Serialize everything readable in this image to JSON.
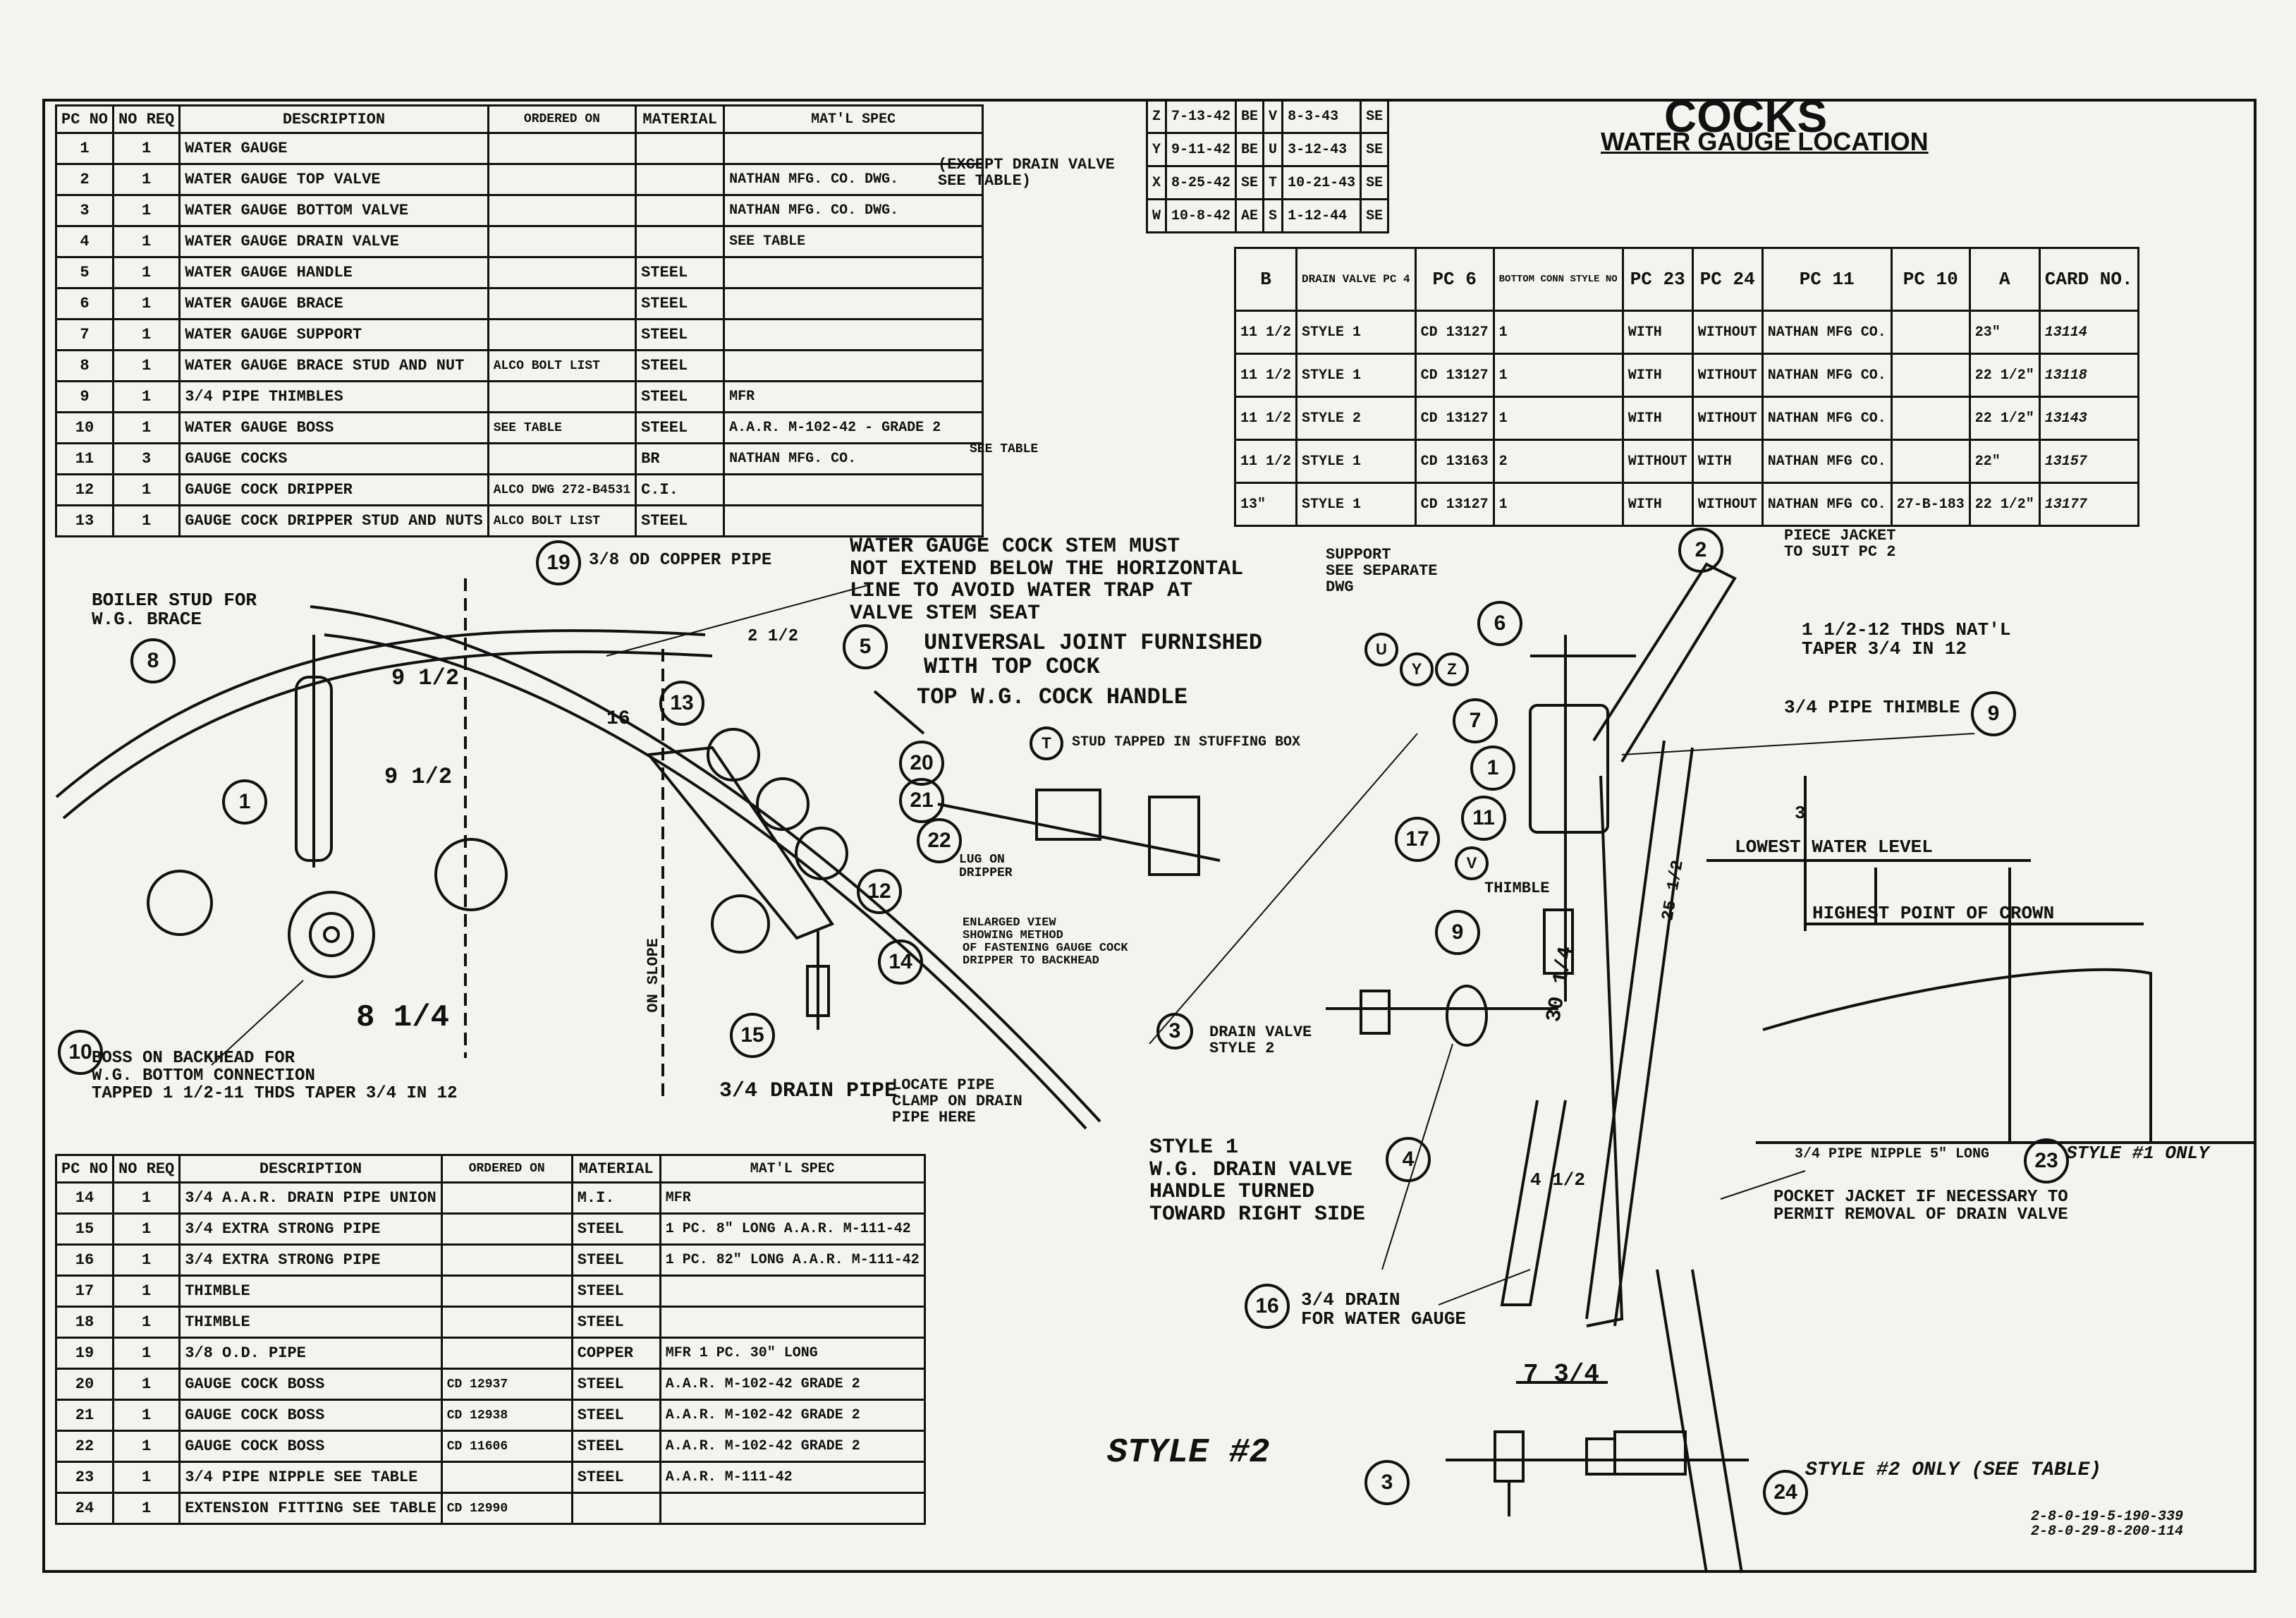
{
  "title_block": {
    "title": "COCKS",
    "subtitle": "WATER GAUGE LOCATION"
  },
  "revisions": [
    [
      "Z",
      "7-13-42",
      "BE",
      "V",
      "8-3-43",
      "SE"
    ],
    [
      "Y",
      "9-11-42",
      "BE",
      "U",
      "3-12-43",
      "SE"
    ],
    [
      "X",
      "8-25-42",
      "SE",
      "T",
      "10-21-43",
      "SE"
    ],
    [
      "W",
      "10-8-42",
      "AE",
      "S",
      "1-12-44",
      "SE"
    ]
  ],
  "upper_parts_table": {
    "headers": [
      "PC NO",
      "NO REQ",
      "DESCRIPTION",
      "ORDERED ON",
      "MATERIAL",
      "MAT'L SPEC"
    ],
    "rows": [
      [
        "1",
        "1",
        "WATER GAUGE",
        "",
        "",
        ""
      ],
      [
        "2",
        "1",
        "WATER GAUGE TOP VALVE",
        "",
        "",
        "NATHAN MFG. CO. DWG."
      ],
      [
        "3",
        "1",
        "WATER GAUGE BOTTOM VALVE",
        "",
        "",
        "NATHAN MFG. CO. DWG."
      ],
      [
        "4",
        "1",
        "WATER GAUGE DRAIN VALVE",
        "",
        "",
        "SEE TABLE"
      ],
      [
        "5",
        "1",
        "WATER GAUGE HANDLE",
        "",
        "STEEL",
        ""
      ],
      [
        "6",
        "1",
        "WATER GAUGE BRACE",
        "",
        "STEEL",
        ""
      ],
      [
        "7",
        "1",
        "WATER GAUGE SUPPORT",
        "",
        "STEEL",
        ""
      ],
      [
        "8",
        "1",
        "WATER GAUGE BRACE STUD AND NUT",
        "ALCO BOLT LIST",
        "STEEL",
        ""
      ],
      [
        "9",
        "1",
        "3/4 PIPE THIMBLES",
        "",
        "STEEL",
        "MFR"
      ],
      [
        "10",
        "1",
        "WATER GAUGE BOSS",
        "SEE TABLE",
        "STEEL",
        "A.A.R. M-102-42 - GRADE 2"
      ],
      [
        "11",
        "3",
        "GAUGE COCKS",
        "",
        "BR",
        "NATHAN MFG. CO."
      ],
      [
        "12",
        "1",
        "GAUGE COCK DRIPPER",
        "ALCO DWG 272-B4531",
        "C.I.",
        ""
      ],
      [
        "13",
        "1",
        "GAUGE COCK DRIPPER STUD AND NUTS",
        "ALCO BOLT LIST",
        "STEEL",
        ""
      ]
    ]
  },
  "lower_parts_table": {
    "headers": [
      "PC NO",
      "NO REQ",
      "DESCRIPTION",
      "ORDERED ON",
      "MATERIAL",
      "MAT'L SPEC"
    ],
    "rows": [
      [
        "14",
        "1",
        "3/4 A.A.R. DRAIN PIPE UNION",
        "",
        "M.I.",
        "MFR"
      ],
      [
        "15",
        "1",
        "3/4 EXTRA STRONG PIPE",
        "",
        "STEEL",
        "1 PC. 8\" LONG A.A.R. M-111-42"
      ],
      [
        "16",
        "1",
        "3/4 EXTRA STRONG PIPE",
        "",
        "STEEL",
        "1 PC. 82\" LONG A.A.R. M-111-42"
      ],
      [
        "17",
        "1",
        "THIMBLE",
        "",
        "STEEL",
        ""
      ],
      [
        "18",
        "1",
        "THIMBLE",
        "",
        "STEEL",
        ""
      ],
      [
        "19",
        "1",
        "3/8 O.D. PIPE",
        "",
        "COPPER",
        "MFR 1 PC. 30\" LONG"
      ],
      [
        "20",
        "1",
        "GAUGE COCK BOSS",
        "CD 12937",
        "STEEL",
        "A.A.R. M-102-42 GRADE 2"
      ],
      [
        "21",
        "1",
        "GAUGE COCK BOSS",
        "CD 12938",
        "STEEL",
        "A.A.R. M-102-42 GRADE 2"
      ],
      [
        "22",
        "1",
        "GAUGE COCK BOSS",
        "CD 11606",
        "STEEL",
        "A.A.R. M-102-42 GRADE 2"
      ],
      [
        "23",
        "1",
        "3/4 PIPE NIPPLE SEE TABLE",
        "",
        "STEEL",
        "A.A.R. M-111-42"
      ],
      [
        "24",
        "1",
        "EXTENSION FITTING SEE TABLE",
        "CD 12990",
        "",
        ""
      ]
    ]
  },
  "style_table": {
    "headers": [
      "B",
      "DRAIN VALVE PC 4",
      "PC 6",
      "BOTTOM CONN STYLE NO",
      "PC 23",
      "PC 24",
      "PC 11",
      "PC 10",
      "A",
      "CARD NO."
    ],
    "rows": [
      [
        "11 1/2",
        "STYLE 1",
        "CD 13127",
        "1",
        "WITH",
        "WITHOUT",
        "NATHAN MFG CO.",
        "",
        "23\"",
        "13114"
      ],
      [
        "11 1/2",
        "STYLE 1",
        "CD 13127",
        "1",
        "WITH",
        "WITHOUT",
        "NATHAN MFG CO.",
        "",
        "22 1/2\"",
        "13118"
      ],
      [
        "11 1/2",
        "STYLE 2",
        "CD 13127",
        "1",
        "WITH",
        "WITHOUT",
        "NATHAN MFG CO.",
        "",
        "22 1/2\"",
        "13143"
      ],
      [
        "11 1/2",
        "STYLE 1",
        "CD 13163",
        "2",
        "WITHOUT",
        "WITH",
        "NATHAN MFG CO.",
        "",
        "22\"",
        "13157"
      ],
      [
        "13\"",
        "STYLE 1",
        "CD 13127",
        "1",
        "WITH",
        "WITHOUT",
        "NATHAN MFG CO.",
        "27-B-183",
        "22 1/2\"",
        "13177"
      ]
    ]
  },
  "notes": {
    "stem": "WATER GAUGE COCK STEM MUST\nNOT EXTEND BELOW THE HORIZONTAL\nLINE TO AVOID WATER TRAP AT\nVALVE STEM SEAT",
    "universal": "UNIVERSAL JOINT FURNISHED\nWITH TOP COCK",
    "handle": "TOP W.G. COCK HANDLE",
    "stud_tapped": "STUD TAPPED IN STUFFING BOX",
    "boiler_stud": "BOILER STUD FOR\nW.G. BRACE",
    "copper_pipe": "3/8 OD COPPER PIPE",
    "boss_backhead": "BOSS ON BACKHEAD FOR\nW.G. BOTTOM CONNECTION\nTAPPED 1 1/2-11 THDS TAPER 3/4 IN 12",
    "drain_pipe": "3/4 DRAIN PIPE",
    "locate_clamp": "LOCATE PIPE\nCLAMP ON DRAIN\nPIPE HERE",
    "enlarged": "ENLARGED VIEW\nSHOWING METHOD\nOF FASTENING GAUGE COCK\nDRIPPER TO BACKHEAD",
    "lug": "LUG ON\nDRIPPER",
    "support": "SUPPORT\nSEE SEPARATE\nDWG",
    "drain_valve": "DRAIN VALVE\nSTYLE 2",
    "style1": "STYLE 1\nW.G. DRAIN VALVE\nHANDLE TURNED\nTOWARD RIGHT SIDE",
    "piece_jacket": "PIECE JACKET\nTO SUIT PC 2",
    "thimble": "THIMBLE",
    "threads": "1 1/2-12 THDS NAT'L\nTAPER 3/4 IN 12",
    "pipe_thimble": "3/4 PIPE THIMBLE",
    "lowest": "LOWEST WATER LEVEL",
    "highest": "HIGHEST POINT OF CROWN",
    "pipe_nipple": "3/4 PIPE NIPPLE 5\" LONG",
    "style1_only": "STYLE #1 ONLY",
    "pocket": "POCKET JACKET IF NECESSARY TO\nPERMIT REMOVAL OF DRAIN VALVE",
    "drain_wg": "3/4 DRAIN\nFOR WATER GAUGE",
    "style2": "STYLE #2",
    "style2_only": "STYLE #2 ONLY (SEE TABLE)",
    "on_slope": "ON SLOPE",
    "except_drain": "(EXCEPT DRAIN VALVE\nSEE TABLE)",
    "see_table": "SEE TABLE",
    "drawing_no": "2-8-0-19-5-190-339\n2-8-0-29-8-200-114"
  },
  "dims": [
    "9 1/2",
    "9 1/2",
    "8 1/4",
    "16",
    "2 1/2",
    "7 3/4",
    "30 1/4",
    "4 1/2",
    "25 1/2",
    "3"
  ],
  "callouts": [
    "8",
    "1",
    "10",
    "19",
    "13",
    "5",
    "20",
    "21",
    "22",
    "12",
    "14",
    "15",
    "3",
    "4",
    "16",
    "3",
    "24",
    "23",
    "6",
    "2",
    "7",
    "1",
    "11",
    "17",
    "9",
    "9",
    "V",
    "U",
    "Y",
    "Z",
    "T"
  ]
}
